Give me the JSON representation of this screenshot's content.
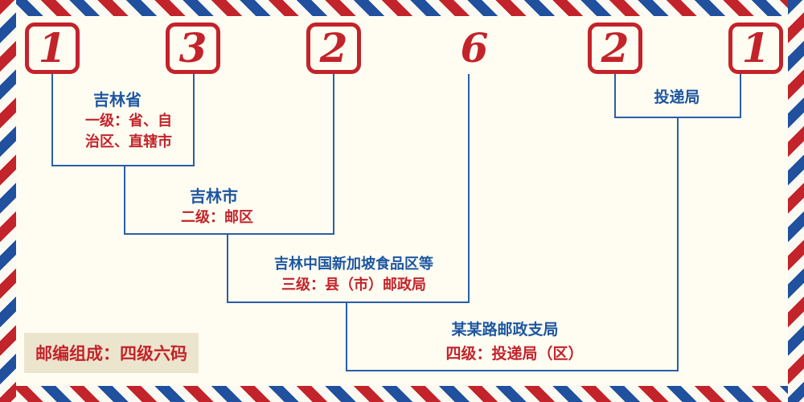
{
  "digits": [
    "1",
    "3",
    "2",
    "6",
    "2",
    "1"
  ],
  "level1": {
    "place": "吉林省",
    "desc_line1": "一级：省、自",
    "desc_line2": "治区、直辖市"
  },
  "level2": {
    "place": "吉林市",
    "desc": "二级：邮区"
  },
  "level3": {
    "place": "吉林中国新加坡食品区等",
    "desc": "三级：县（市）邮政局"
  },
  "level4": {
    "place": "某某路邮政支局",
    "desc": "四级：投递局（区）"
  },
  "delivery_office": {
    "label": "投递局"
  },
  "footer": {
    "composition_label": "邮编组成：四级六码"
  },
  "colors": {
    "red": "#c3232a",
    "blue": "#1e56a0",
    "line_blue": "#2a5ea8",
    "background": "#fffdf2",
    "footer_background": "#ece5cd"
  }
}
